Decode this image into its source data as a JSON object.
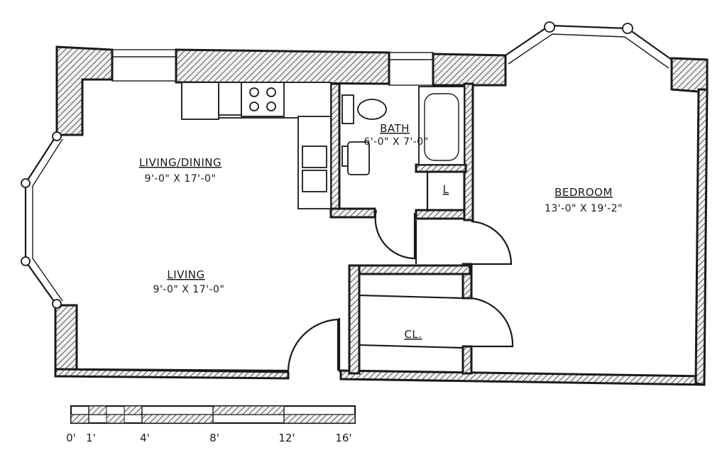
{
  "rooms": {
    "living_dining": {
      "name": "LIVING/DINING",
      "dims": "9'-0\" X 17'-0\""
    },
    "living": {
      "name": "LIVING",
      "dims": "9'-0\" X 17'-0\""
    },
    "bath": {
      "name": "BATH",
      "dims": "6'-0\" X 7'-0\""
    },
    "bedroom": {
      "name": "BEDROOM",
      "dims": "13'-0\" X 19'-2\""
    },
    "closet": {
      "name": "CL."
    },
    "linen": {
      "name": "L"
    }
  },
  "scale": {
    "labels": [
      "0'",
      "1'",
      "4'",
      "8'",
      "12'",
      "16'"
    ]
  }
}
